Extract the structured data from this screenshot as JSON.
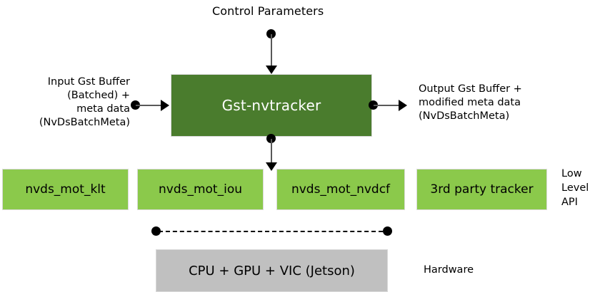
{
  "diagram": {
    "title": "Control Parameters",
    "main_block": {
      "label": "Gst-nvtracker"
    },
    "input_label": "Input Gst Buffer\n(Batched) +\nmeta data\n(NvDsBatchMeta)",
    "output_label": "Output Gst Buffer +\nmodified meta data\n(NvDsBatchMeta)",
    "low_level_boxes": [
      {
        "label": "nvds_mot_klt"
      },
      {
        "label": "nvds_mot_iou"
      },
      {
        "label": "nvds_mot_nvdcf"
      },
      {
        "label": "3rd party tracker"
      }
    ],
    "low_level_api_label": "Low\nLevel\nAPI",
    "hardware_block": {
      "label": "CPU + GPU + VIC (Jetson)"
    },
    "hardware_label": "Hardware",
    "colors": {
      "main_block_fill": "#4a7c2d",
      "main_block_text": "#ffffff",
      "low_level_fill": "#8bc94b",
      "low_level_text": "#000000",
      "hardware_fill": "#c0c0c0",
      "hardware_text": "#000000",
      "connector": "#595959",
      "node_dot": "#000000",
      "background": "#ffffff"
    }
  }
}
